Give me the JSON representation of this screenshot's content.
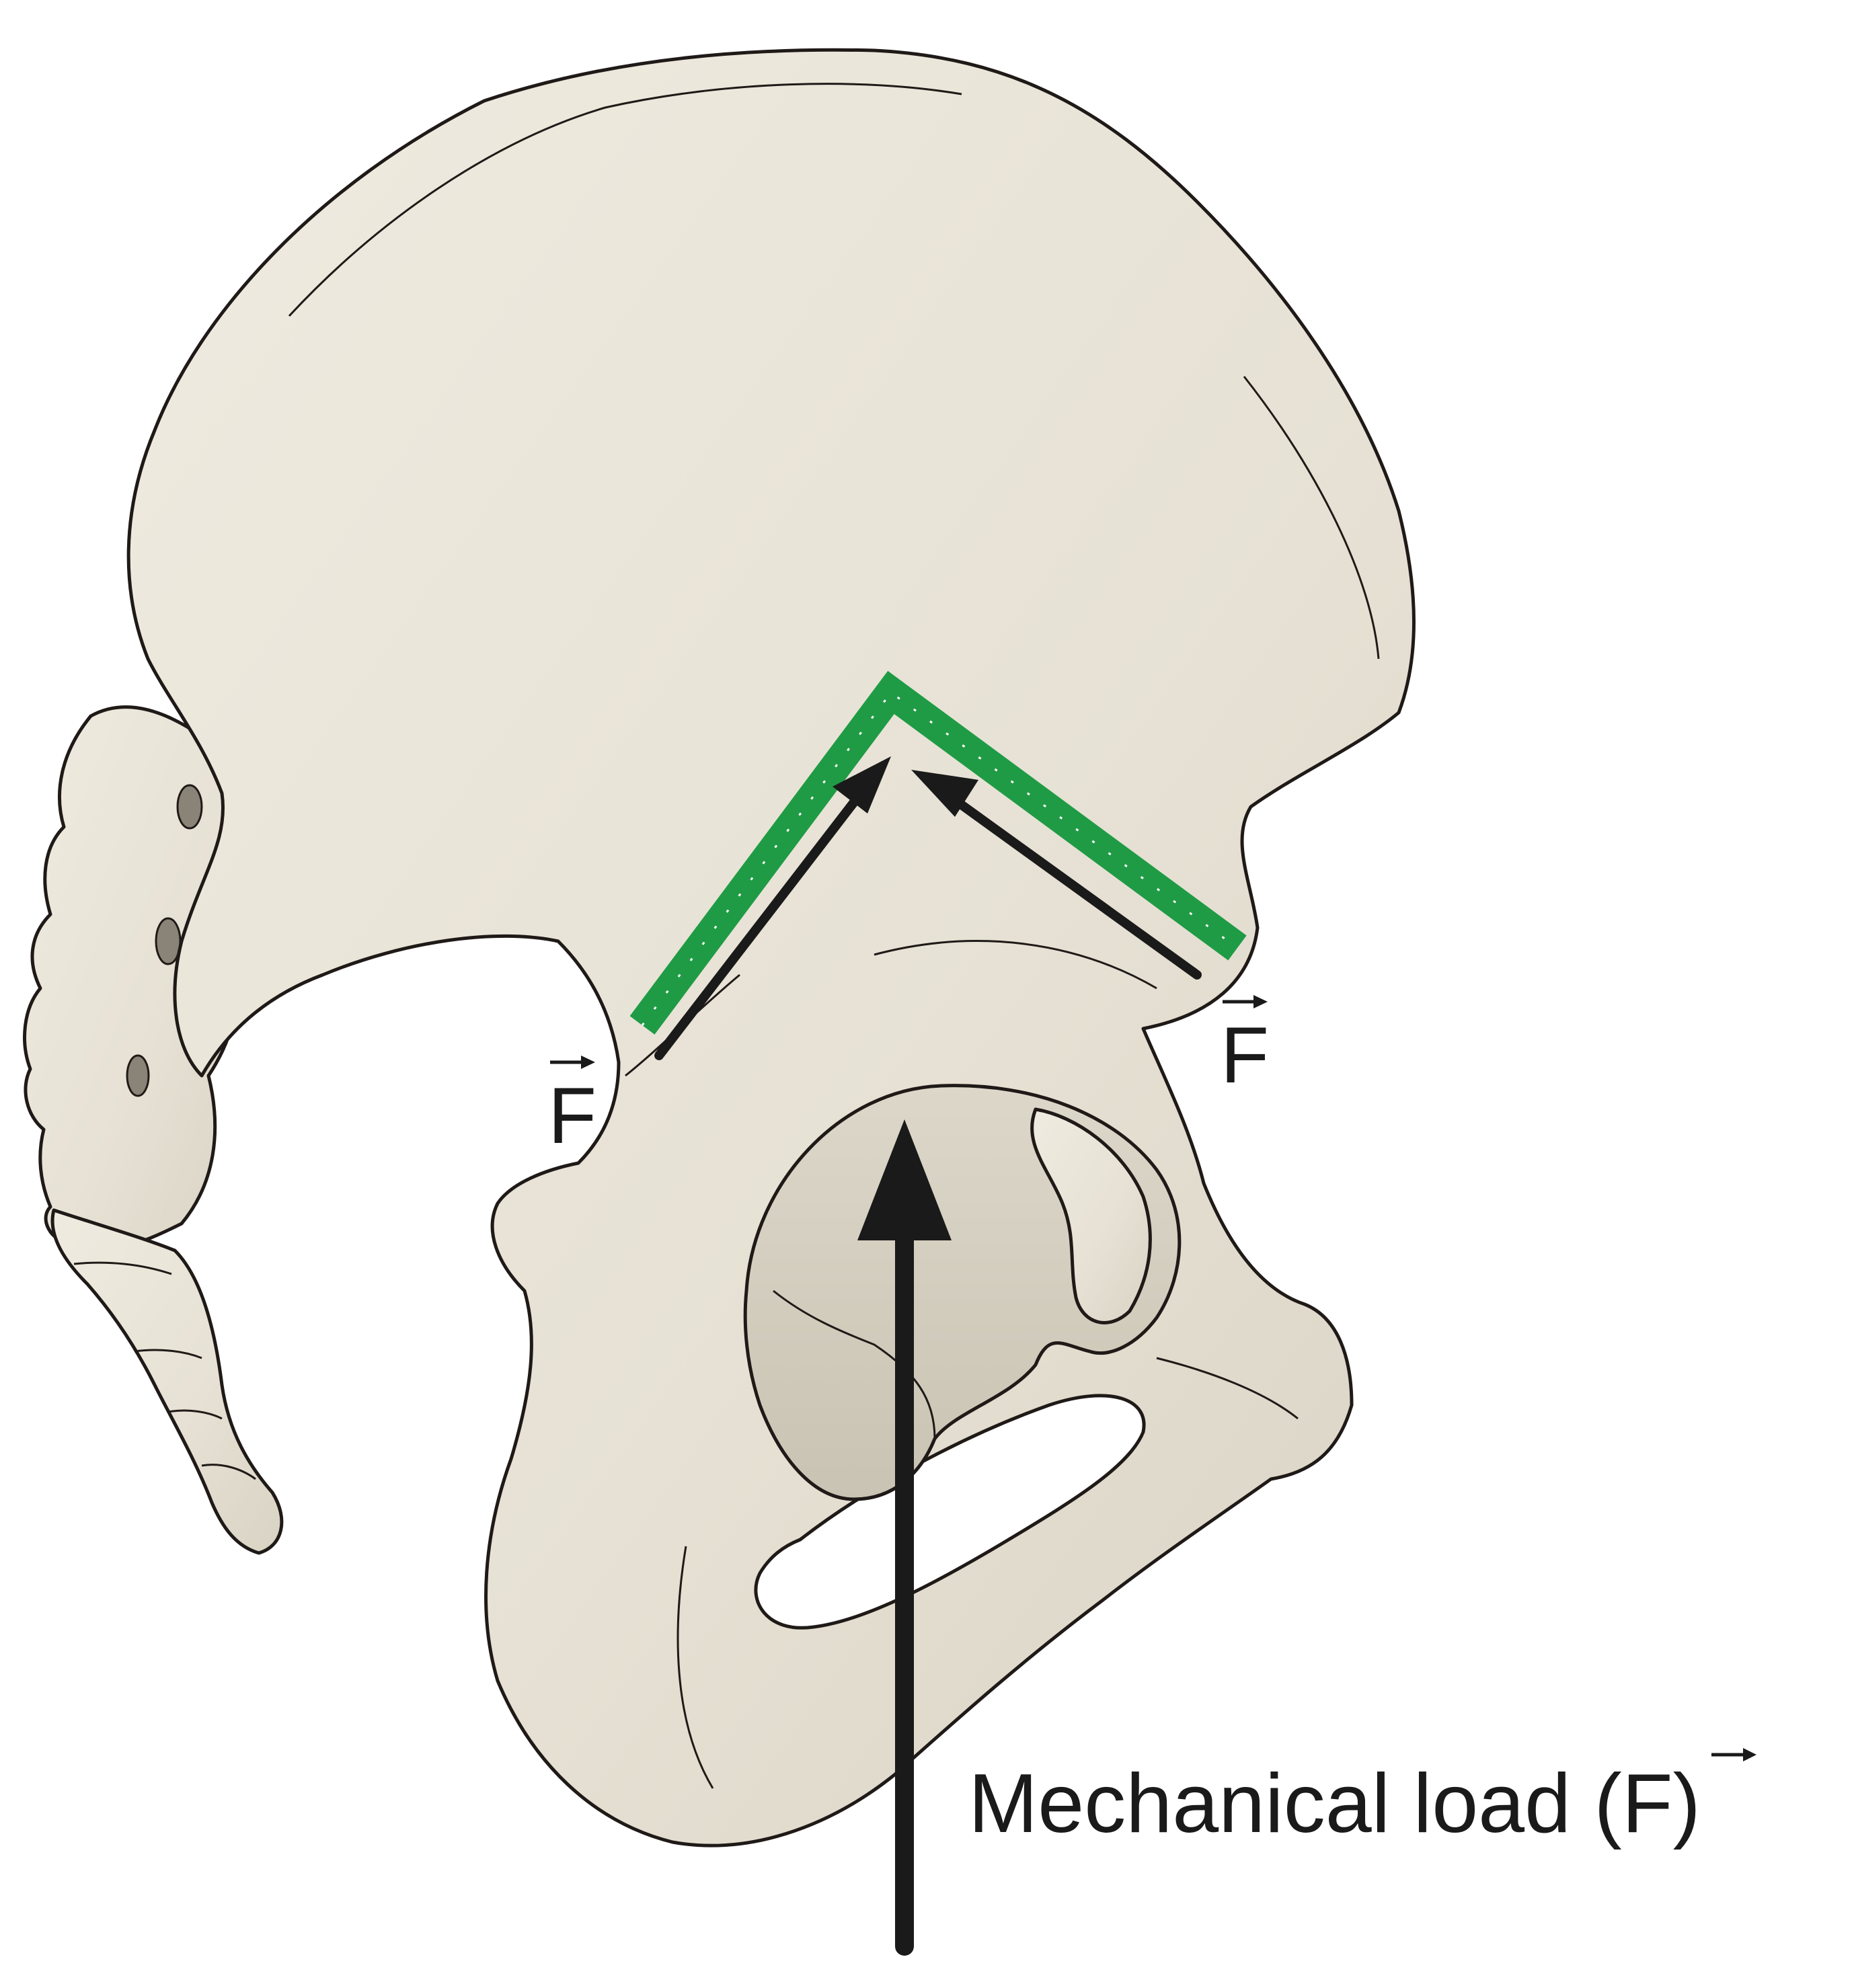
{
  "labels": {
    "force_left": "F",
    "force_right": "F",
    "mechanical_load_text": "Mechanical load (",
    "mechanical_load_symbol": "F",
    "mechanical_load_close": ")"
  },
  "colors": {
    "bone_fill": "#e9e5d9",
    "bone_shade": "#d6d1c3",
    "bone_outline": "#1f1a17",
    "band_green": "#1f9b45",
    "arrow": "#1a1a1a",
    "background": "#ffffff"
  }
}
